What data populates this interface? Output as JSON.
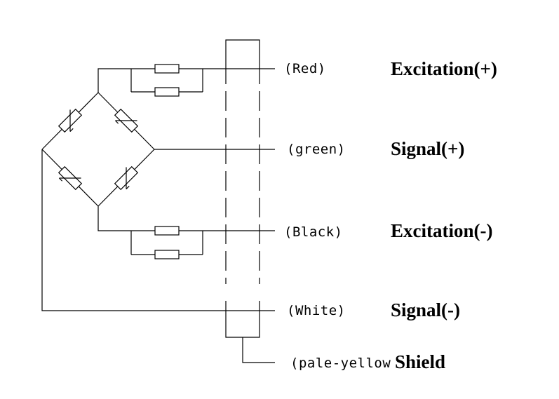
{
  "wires": [
    {
      "color": "(Red)",
      "function": "Excitation(+)"
    },
    {
      "color": "(green)",
      "function": "Signal(+)"
    },
    {
      "color": "(Black)",
      "function": "Excitation(-)"
    },
    {
      "color": "(White)",
      "function": "Signal(-)"
    },
    {
      "color": "(pale-yellow",
      "function": "Shield"
    }
  ]
}
